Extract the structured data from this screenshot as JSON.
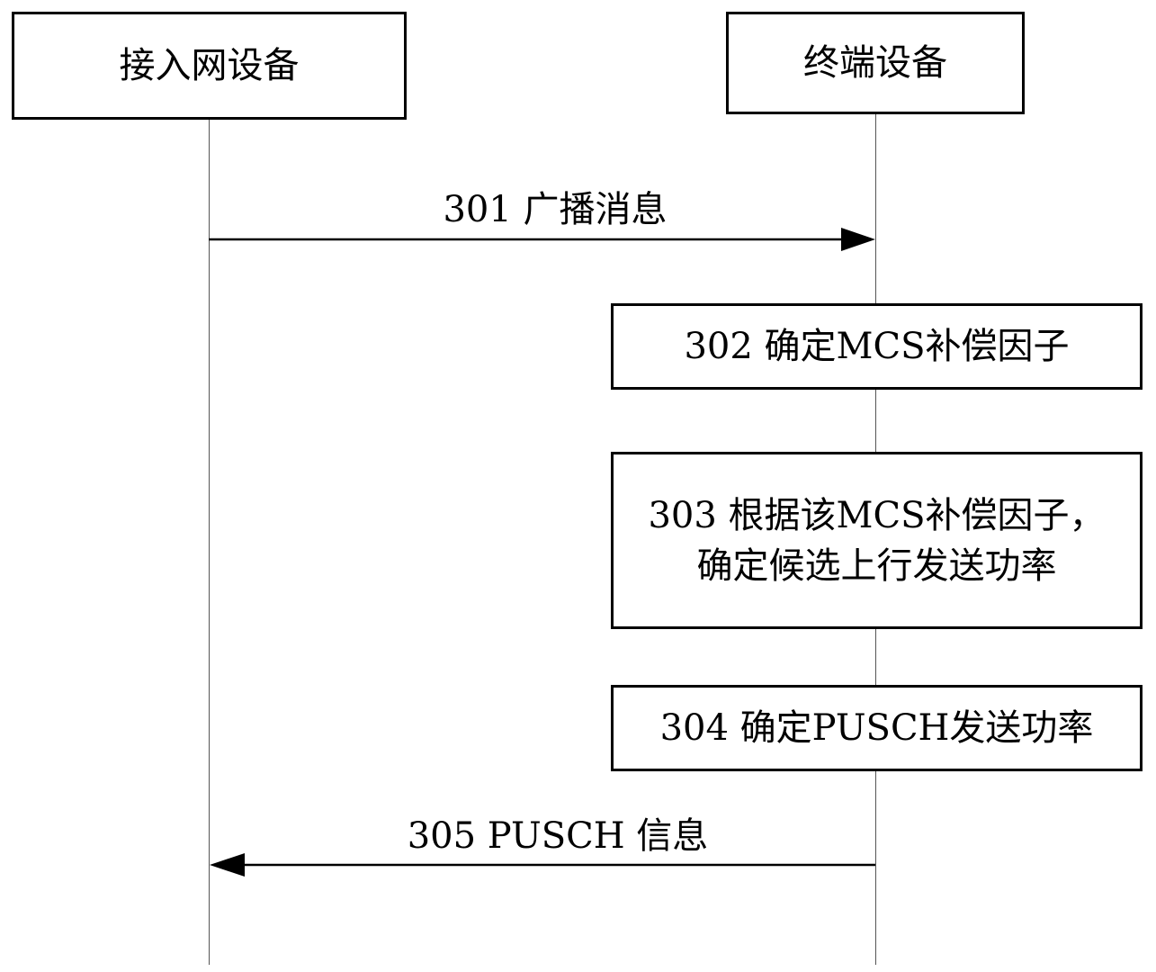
{
  "participants": [
    {
      "label": "接入网设备"
    },
    {
      "label": "终端设备"
    }
  ],
  "messages": [
    {
      "label": "301 广播消息",
      "direction": "right"
    },
    {
      "label": "305 PUSCH 信息",
      "direction": "left"
    }
  ],
  "steps": [
    {
      "label": "302 确定MCS补偿因子"
    },
    {
      "label": "303 根据该MCS补偿因子，确定候选上行发送功率"
    },
    {
      "label": "304 确定PUSCH发送功率"
    }
  ],
  "colors": {
    "line": "#000000",
    "lifeline": "#555555",
    "background": "#ffffff"
  }
}
